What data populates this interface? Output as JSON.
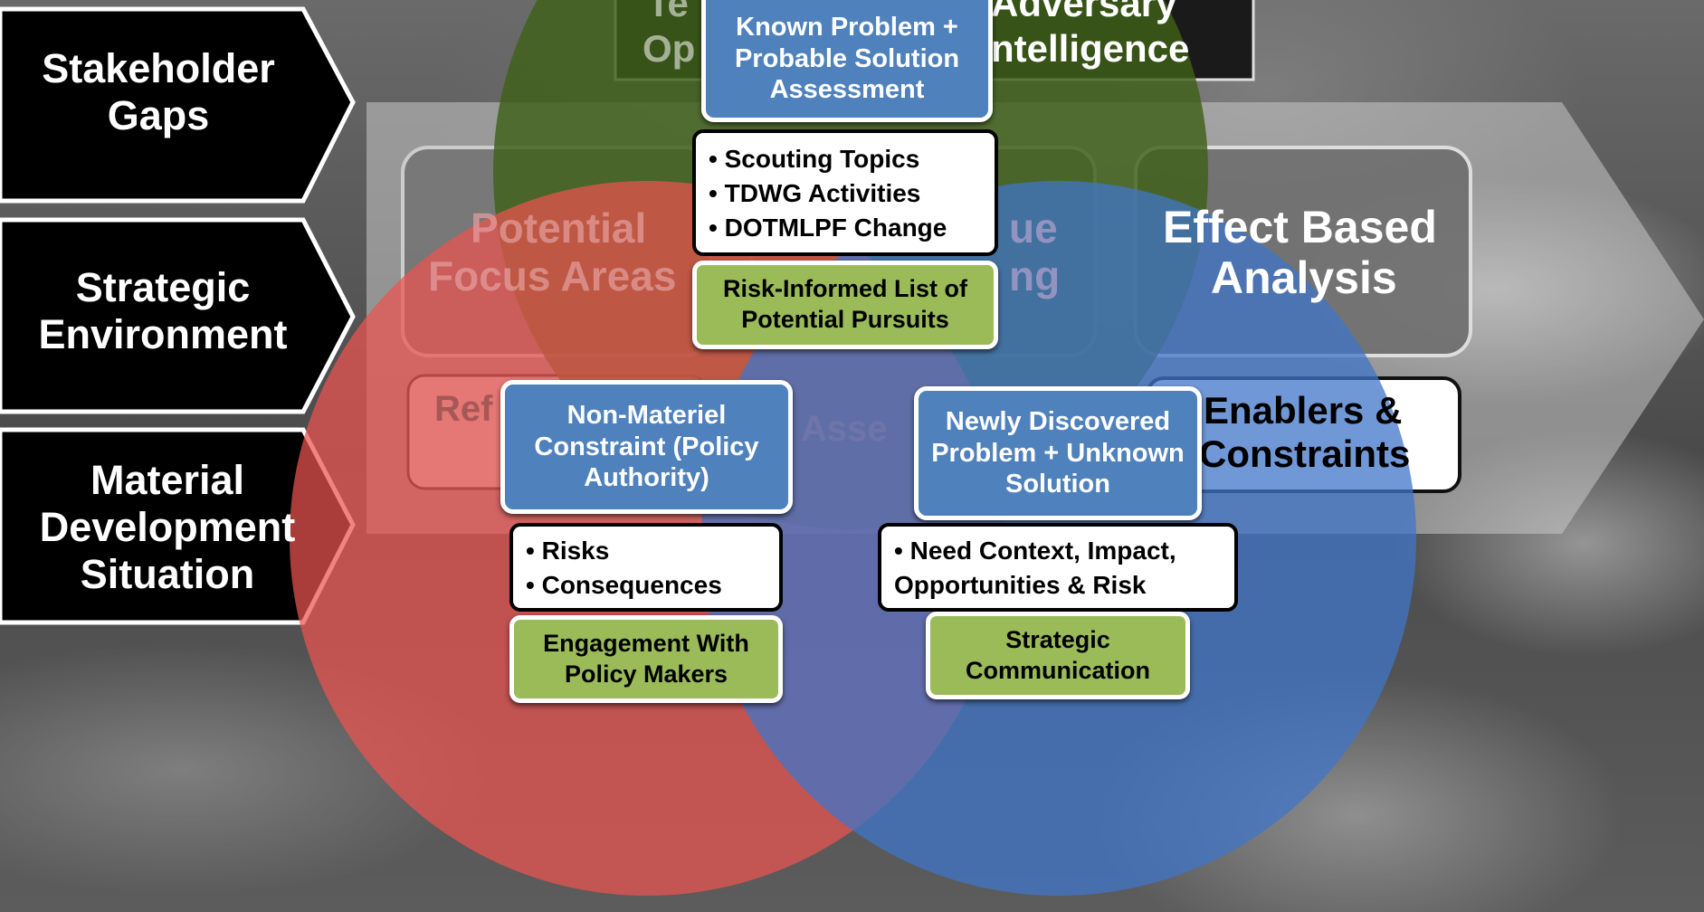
{
  "left_arrows": [
    {
      "label": "Stakeholder Gaps"
    },
    {
      "label": "Strategic Environment"
    },
    {
      "label": "Material Development Situation"
    }
  ],
  "background_process": {
    "top_banner_left": "Te",
    "top_banner_left2": "Op",
    "top_banner_right": "Adversary",
    "top_banner_right2": "ntelligence",
    "stage_potential": "Potential",
    "stage_focus": "Focus Areas",
    "stage_issue": "ue",
    "stage_issue2": "ng",
    "stage_effect": "Effect Based",
    "stage_analysis": "Analysis",
    "ref_box": "Ref",
    "assess_box": "Asse",
    "enablers": "Enablers &",
    "constraints": "Constraints"
  },
  "circles": {
    "green": {
      "color": "#4f6b2a"
    },
    "red": {
      "color": "#d9534f"
    },
    "blue": {
      "color": "#4a7ec2"
    }
  },
  "green_group": {
    "title": "Known Problem + Probable Solution Assessment",
    "bullets": [
      "Scouting Topics",
      "TDWG Activities",
      "DOTMLPF Change"
    ],
    "outcome": "Risk-Informed List of Potential Pursuits"
  },
  "red_group": {
    "title": "Non-Materiel Constraint (Policy Authority)",
    "bullets": [
      "Risks",
      "Consequences"
    ],
    "outcome": "Engagement With Policy Makers"
  },
  "blue_group": {
    "title": "Newly Discovered Problem + Unknown Solution",
    "bullets": [
      "Need Context, Impact, Opportunities & Risk"
    ],
    "outcome": "Strategic Communication"
  }
}
